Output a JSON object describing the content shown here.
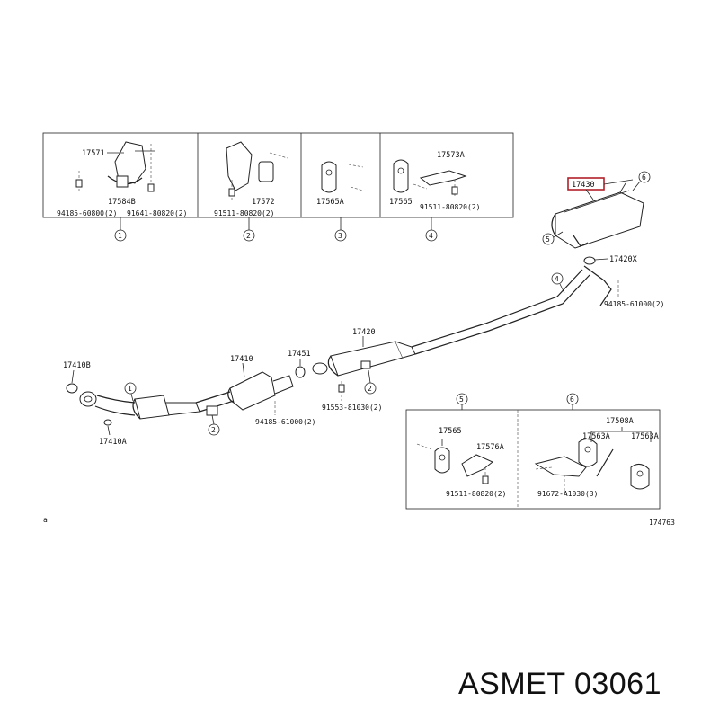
{
  "brand_caption": "ASMET 03061",
  "drawing_code": "174763",
  "corner_mark": "a",
  "inset_boxes": [
    {
      "marker": "1",
      "parts": [
        "17571",
        "17584B",
        "94185-60800(2)",
        "91641-80820(2)"
      ]
    },
    {
      "marker": "2",
      "parts": [
        "17572",
        "91511-80820(2)"
      ]
    },
    {
      "marker": "3",
      "parts": [
        "17565A"
      ]
    },
    {
      "marker": "4",
      "parts": [
        "17573A",
        "17565",
        "91511-80820(2)"
      ]
    },
    {
      "marker": "5",
      "parts": [
        "17565",
        "17576A",
        "91511-80820(2)"
      ]
    },
    {
      "marker": "6",
      "parts": [
        "17508A",
        "17563A",
        "17563A",
        "91672-A1030(3)"
      ]
    }
  ],
  "callouts": {
    "main_muffler": "17430",
    "gasket_x": "17420X",
    "bolt_rear": "94185-61000(2)",
    "center_pipe": "17420",
    "gasket_451": "17451",
    "bolt_center": "91553-81030(2)",
    "converter": "17410",
    "bolt_front": "94185-61000(2)",
    "front_gasket": "17410B",
    "front_ring": "17410A"
  },
  "ref_markers": {
    "r1": "1",
    "r2": "2",
    "r3": "2",
    "r4": "4",
    "r5": "5",
    "r6": "6"
  }
}
